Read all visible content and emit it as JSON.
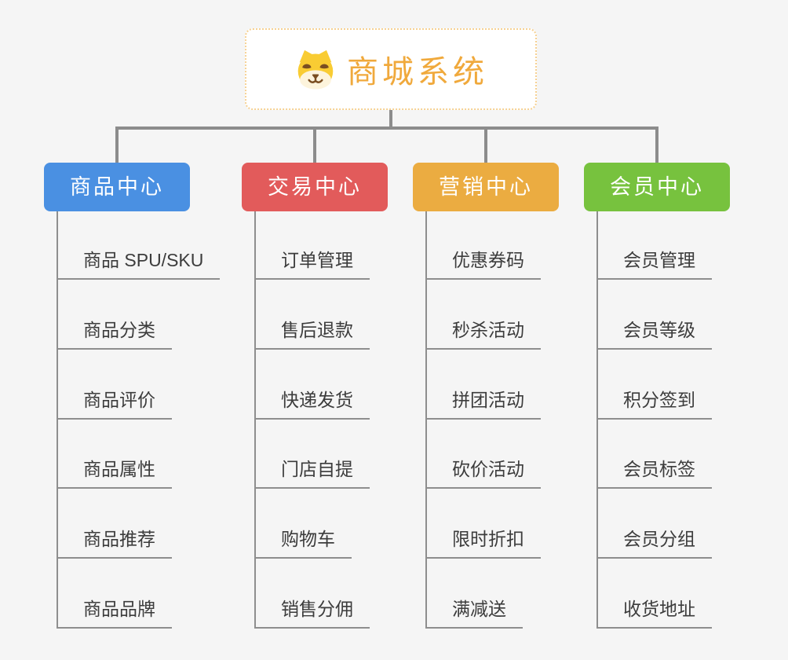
{
  "root": {
    "title": "商城系统",
    "icon": "doge-icon",
    "accent_color": "#F0A93C",
    "border_color": "#F6D193"
  },
  "connector_color": "#8C8C8C",
  "background_color": "#F5F5F5",
  "branches": [
    {
      "label": "商品中心",
      "color": "#4A90E2",
      "children": [
        "商品 SPU/SKU",
        "商品分类",
        "商品评价",
        "商品属性",
        "商品推荐",
        "商品品牌"
      ]
    },
    {
      "label": "交易中心",
      "color": "#E25B5B",
      "children": [
        "订单管理",
        "售后退款",
        "快递发货",
        "门店自提",
        "购物车",
        "销售分佣"
      ]
    },
    {
      "label": "营销中心",
      "color": "#EBAC41",
      "children": [
        "优惠券码",
        "秒杀活动",
        "拼团活动",
        "砍价活动",
        "限时折扣",
        "满减送"
      ]
    },
    {
      "label": "会员中心",
      "color": "#77C23E",
      "children": [
        "会员管理",
        "会员等级",
        "积分签到",
        "会员标签",
        "会员分组",
        "收货地址"
      ]
    }
  ]
}
